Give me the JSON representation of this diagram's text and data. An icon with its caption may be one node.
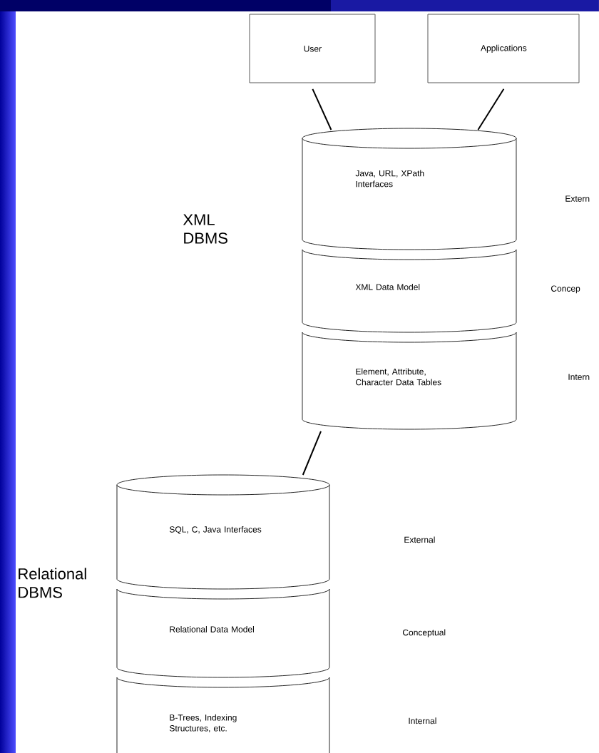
{
  "diagram": {
    "nodes": [
      {
        "text": [
          "User"
        ]
      },
      {
        "text": [
          "Applications"
        ]
      },
      {
        "text": [
          "Java, URL, XPath Interfaces"
        ]
      },
      {
        "text": [
          "XML Data Model"
        ]
      },
      {
        "text": [
          "Element, Attribute, Character Data Tables"
        ]
      },
      {
        "text": [
          "SQL, C, Java Interfaces"
        ]
      },
      {
        "text": [
          "Relational Data Model"
        ]
      },
      {
        "text": [
          "B-Trees, Indexing Structures, etc."
        ]
      }
    ],
    "edges": [
      {
        "from": 0,
        "to": 2,
        "arrow": "none"
      },
      {
        "from": 1,
        "to": 2,
        "arrow": "none"
      },
      {
        "from": 4,
        "to": 5,
        "arrow": "none"
      }
    ],
    "labels": [
      "Extern",
      "XML DBMS",
      "Concep",
      "Intern",
      "External",
      "Relational DBMS",
      "Conceptual",
      "Internal"
    ]
  }
}
